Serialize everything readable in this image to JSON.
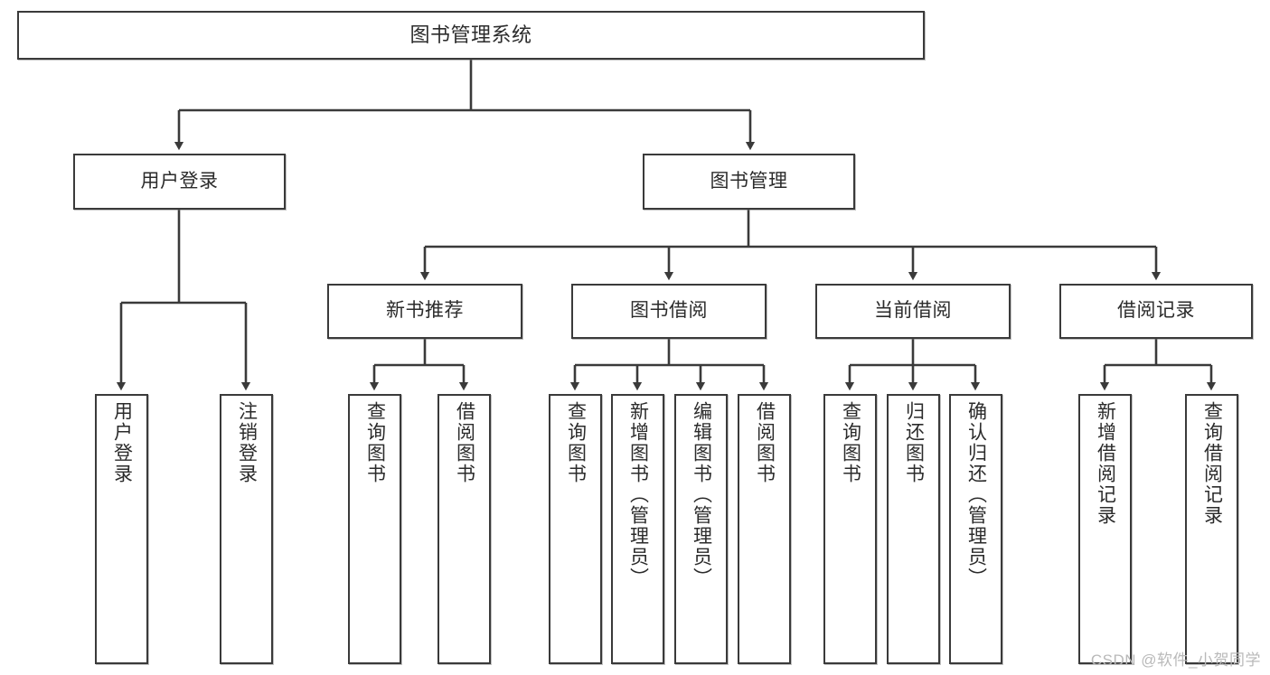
{
  "diagram": {
    "title": "图书管理系统",
    "type": "tree",
    "watermark": "CSDN @软件_小贺同学",
    "colors": {
      "box_border": "#3a3a3a",
      "box_fill": "#ffffff",
      "connector": "#3a3a3a",
      "text": "#2b2b2b",
      "watermark": "#b9b9b9"
    },
    "levels": {
      "root": "图书管理系统",
      "level2": [
        "用户登录",
        "图书管理"
      ],
      "level3": [
        "新书推荐",
        "图书借阅",
        "当前借阅",
        "借阅记录"
      ]
    },
    "nodes": {
      "root": {
        "label": "图书管理系统"
      },
      "user_login": {
        "label": "用户登录"
      },
      "book_manage": {
        "label": "图书管理"
      },
      "new_book_rec": {
        "label": "新书推荐"
      },
      "book_borrow": {
        "label": "图书借阅"
      },
      "current_borrow": {
        "label": "当前借阅"
      },
      "borrow_record": {
        "label": "借阅记录"
      },
      "leaf_user_login": {
        "label": "用户登录"
      },
      "leaf_user_logout": {
        "label": "注销登录"
      },
      "leaf_query_book_1": {
        "label": "查询图书"
      },
      "leaf_borrow_book_1": {
        "label": "借阅图书"
      },
      "leaf_query_book_2": {
        "label": "查询图书"
      },
      "leaf_add_book": {
        "label": "新增图书（管理员）"
      },
      "leaf_edit_book": {
        "label": "编辑图书（管理员）"
      },
      "leaf_borrow_book_2": {
        "label": "借阅图书"
      },
      "leaf_query_book_3": {
        "label": "查询图书"
      },
      "leaf_return_book": {
        "label": "归还图书"
      },
      "leaf_confirm_return": {
        "label": "确认归还（管理员）"
      },
      "leaf_add_record": {
        "label": "新增借阅记录"
      },
      "leaf_query_record": {
        "label": "查询借阅记录"
      }
    },
    "edges": [
      {
        "from": "root",
        "to": "user_login"
      },
      {
        "from": "root",
        "to": "book_manage"
      },
      {
        "from": "user_login",
        "to": "leaf_user_login"
      },
      {
        "from": "user_login",
        "to": "leaf_user_logout"
      },
      {
        "from": "book_manage",
        "to": "new_book_rec"
      },
      {
        "from": "book_manage",
        "to": "book_borrow"
      },
      {
        "from": "book_manage",
        "to": "current_borrow"
      },
      {
        "from": "book_manage",
        "to": "borrow_record"
      },
      {
        "from": "new_book_rec",
        "to": "leaf_query_book_1"
      },
      {
        "from": "new_book_rec",
        "to": "leaf_borrow_book_1"
      },
      {
        "from": "book_borrow",
        "to": "leaf_query_book_2"
      },
      {
        "from": "book_borrow",
        "to": "leaf_add_book"
      },
      {
        "from": "book_borrow",
        "to": "leaf_edit_book"
      },
      {
        "from": "book_borrow",
        "to": "leaf_borrow_book_2"
      },
      {
        "from": "current_borrow",
        "to": "leaf_query_book_3"
      },
      {
        "from": "current_borrow",
        "to": "leaf_return_book"
      },
      {
        "from": "current_borrow",
        "to": "leaf_confirm_return"
      },
      {
        "from": "borrow_record",
        "to": "leaf_add_record"
      },
      {
        "from": "borrow_record",
        "to": "leaf_query_record"
      }
    ]
  }
}
